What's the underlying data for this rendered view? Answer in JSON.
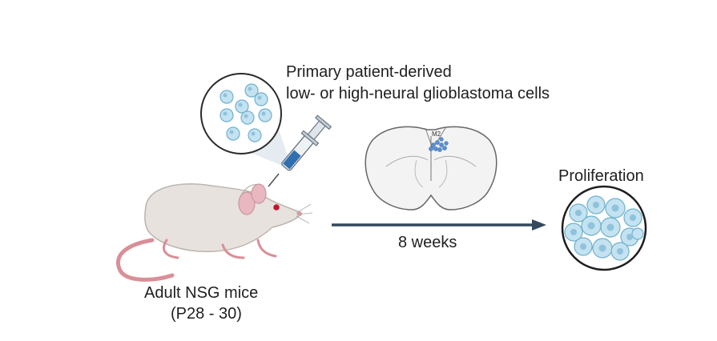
{
  "injection": {
    "cells_line1": "Primary patient-derived",
    "cells_line2": "low- or high-neural glioblastoma cells"
  },
  "mouse": {
    "line1": "Adult NSG mice",
    "line2": "(P28 - 30)"
  },
  "timeline": {
    "duration": "8 weeks"
  },
  "brain": {
    "region_label": "M2"
  },
  "outcome": {
    "label": "Proliferation"
  },
  "colors": {
    "arrow": "#34495e",
    "cell_fill": "#c4e2f0",
    "cell_stroke": "#6fb0cf",
    "injected_cells": "#5a8fd0",
    "mouse_body": "#e7e2de",
    "mouse_tail": "#d98f97",
    "syringe_fluid": "#2f6fb0"
  }
}
